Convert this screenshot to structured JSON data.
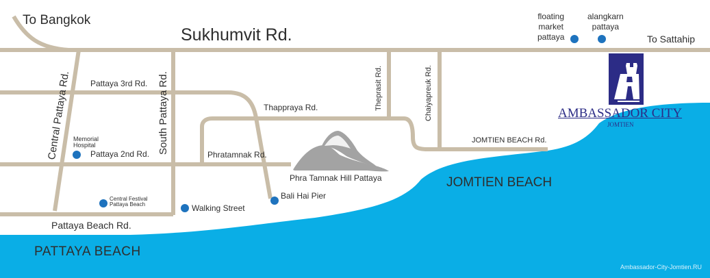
{
  "roads": {
    "main_road": "Sukhumvit Rd.",
    "to_bangkok": "To Bangkok",
    "to_sattahip": "To Sattahip",
    "central_pattaya": "Central Pattaya Rd.",
    "south_pattaya": "South Pattaya Rd.",
    "pattaya_3rd": "Pattaya 3rd Rd.",
    "pattaya_2nd": "Pattaya 2nd Rd.",
    "thappraya": "Thappraya Rd.",
    "phratamnak": "Phratamnak Rd.",
    "theprasit": "Theprasit Rd.",
    "chaiyapreuk": "Chaiyapreuk Rd.",
    "jomtien_beach_rd": "JOMTIEN BEACH Rd.",
    "pattaya_beach_rd": "Pattaya Beach Rd."
  },
  "places": {
    "floating_market": [
      "floating",
      "market",
      "pattaya"
    ],
    "alangkarn": [
      "alangkarn",
      "pattaya"
    ],
    "memorial_hospital": [
      "Memorial",
      "Hospital"
    ],
    "central_festival": [
      "Central Festival",
      "Pattaya Beach"
    ],
    "walking_street": "Walking Street",
    "bali_hai_pier": "Bali Hai Pier",
    "hill": "Phra Tamnak Hill Pattaya"
  },
  "water": {
    "pattaya_beach": "PATTAYA BEACH",
    "jomtien_beach": "JOMTIEN BEACH"
  },
  "hotel": {
    "name": "AMBASSADOR CITY",
    "subtitle": "JOMTIEN",
    "logo_letter": "A"
  },
  "watermark": "Ambassador-City-Jomtien.RU",
  "colors": {
    "road": "#c9bda8",
    "sea": "#0aaee6",
    "pin": "#1e73be",
    "hotel": "#2c2c86",
    "hill": "#a3a3a3"
  }
}
